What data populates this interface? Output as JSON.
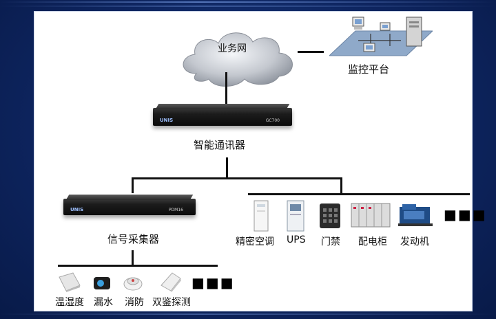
{
  "network": {
    "label": "业务网"
  },
  "monitor": {
    "label": "监控平台"
  },
  "comm": {
    "label": "智能通讯器",
    "brand": "UNIS",
    "model": "GC700"
  },
  "collector": {
    "label": "信号采集器",
    "brand": "UNIS",
    "model": "PDM16"
  },
  "equipment": [
    {
      "label": "精密空调",
      "icon": "precision-ac-icon"
    },
    {
      "label": "UPS",
      "icon": "ups-icon"
    },
    {
      "label": "门禁",
      "icon": "access-control-icon"
    },
    {
      "label": "配电柜",
      "icon": "distribution-cabinet-icon"
    },
    {
      "label": "发动机",
      "icon": "generator-icon"
    }
  ],
  "sensors": [
    {
      "label": "温湿度",
      "icon": "temp-humidity-sensor-icon"
    },
    {
      "label": "漏水",
      "icon": "water-leak-sensor-icon"
    },
    {
      "label": "消防",
      "icon": "smoke-detector-icon"
    },
    {
      "label": "双鉴探测",
      "icon": "dual-detector-icon"
    }
  ],
  "more": "■■■"
}
